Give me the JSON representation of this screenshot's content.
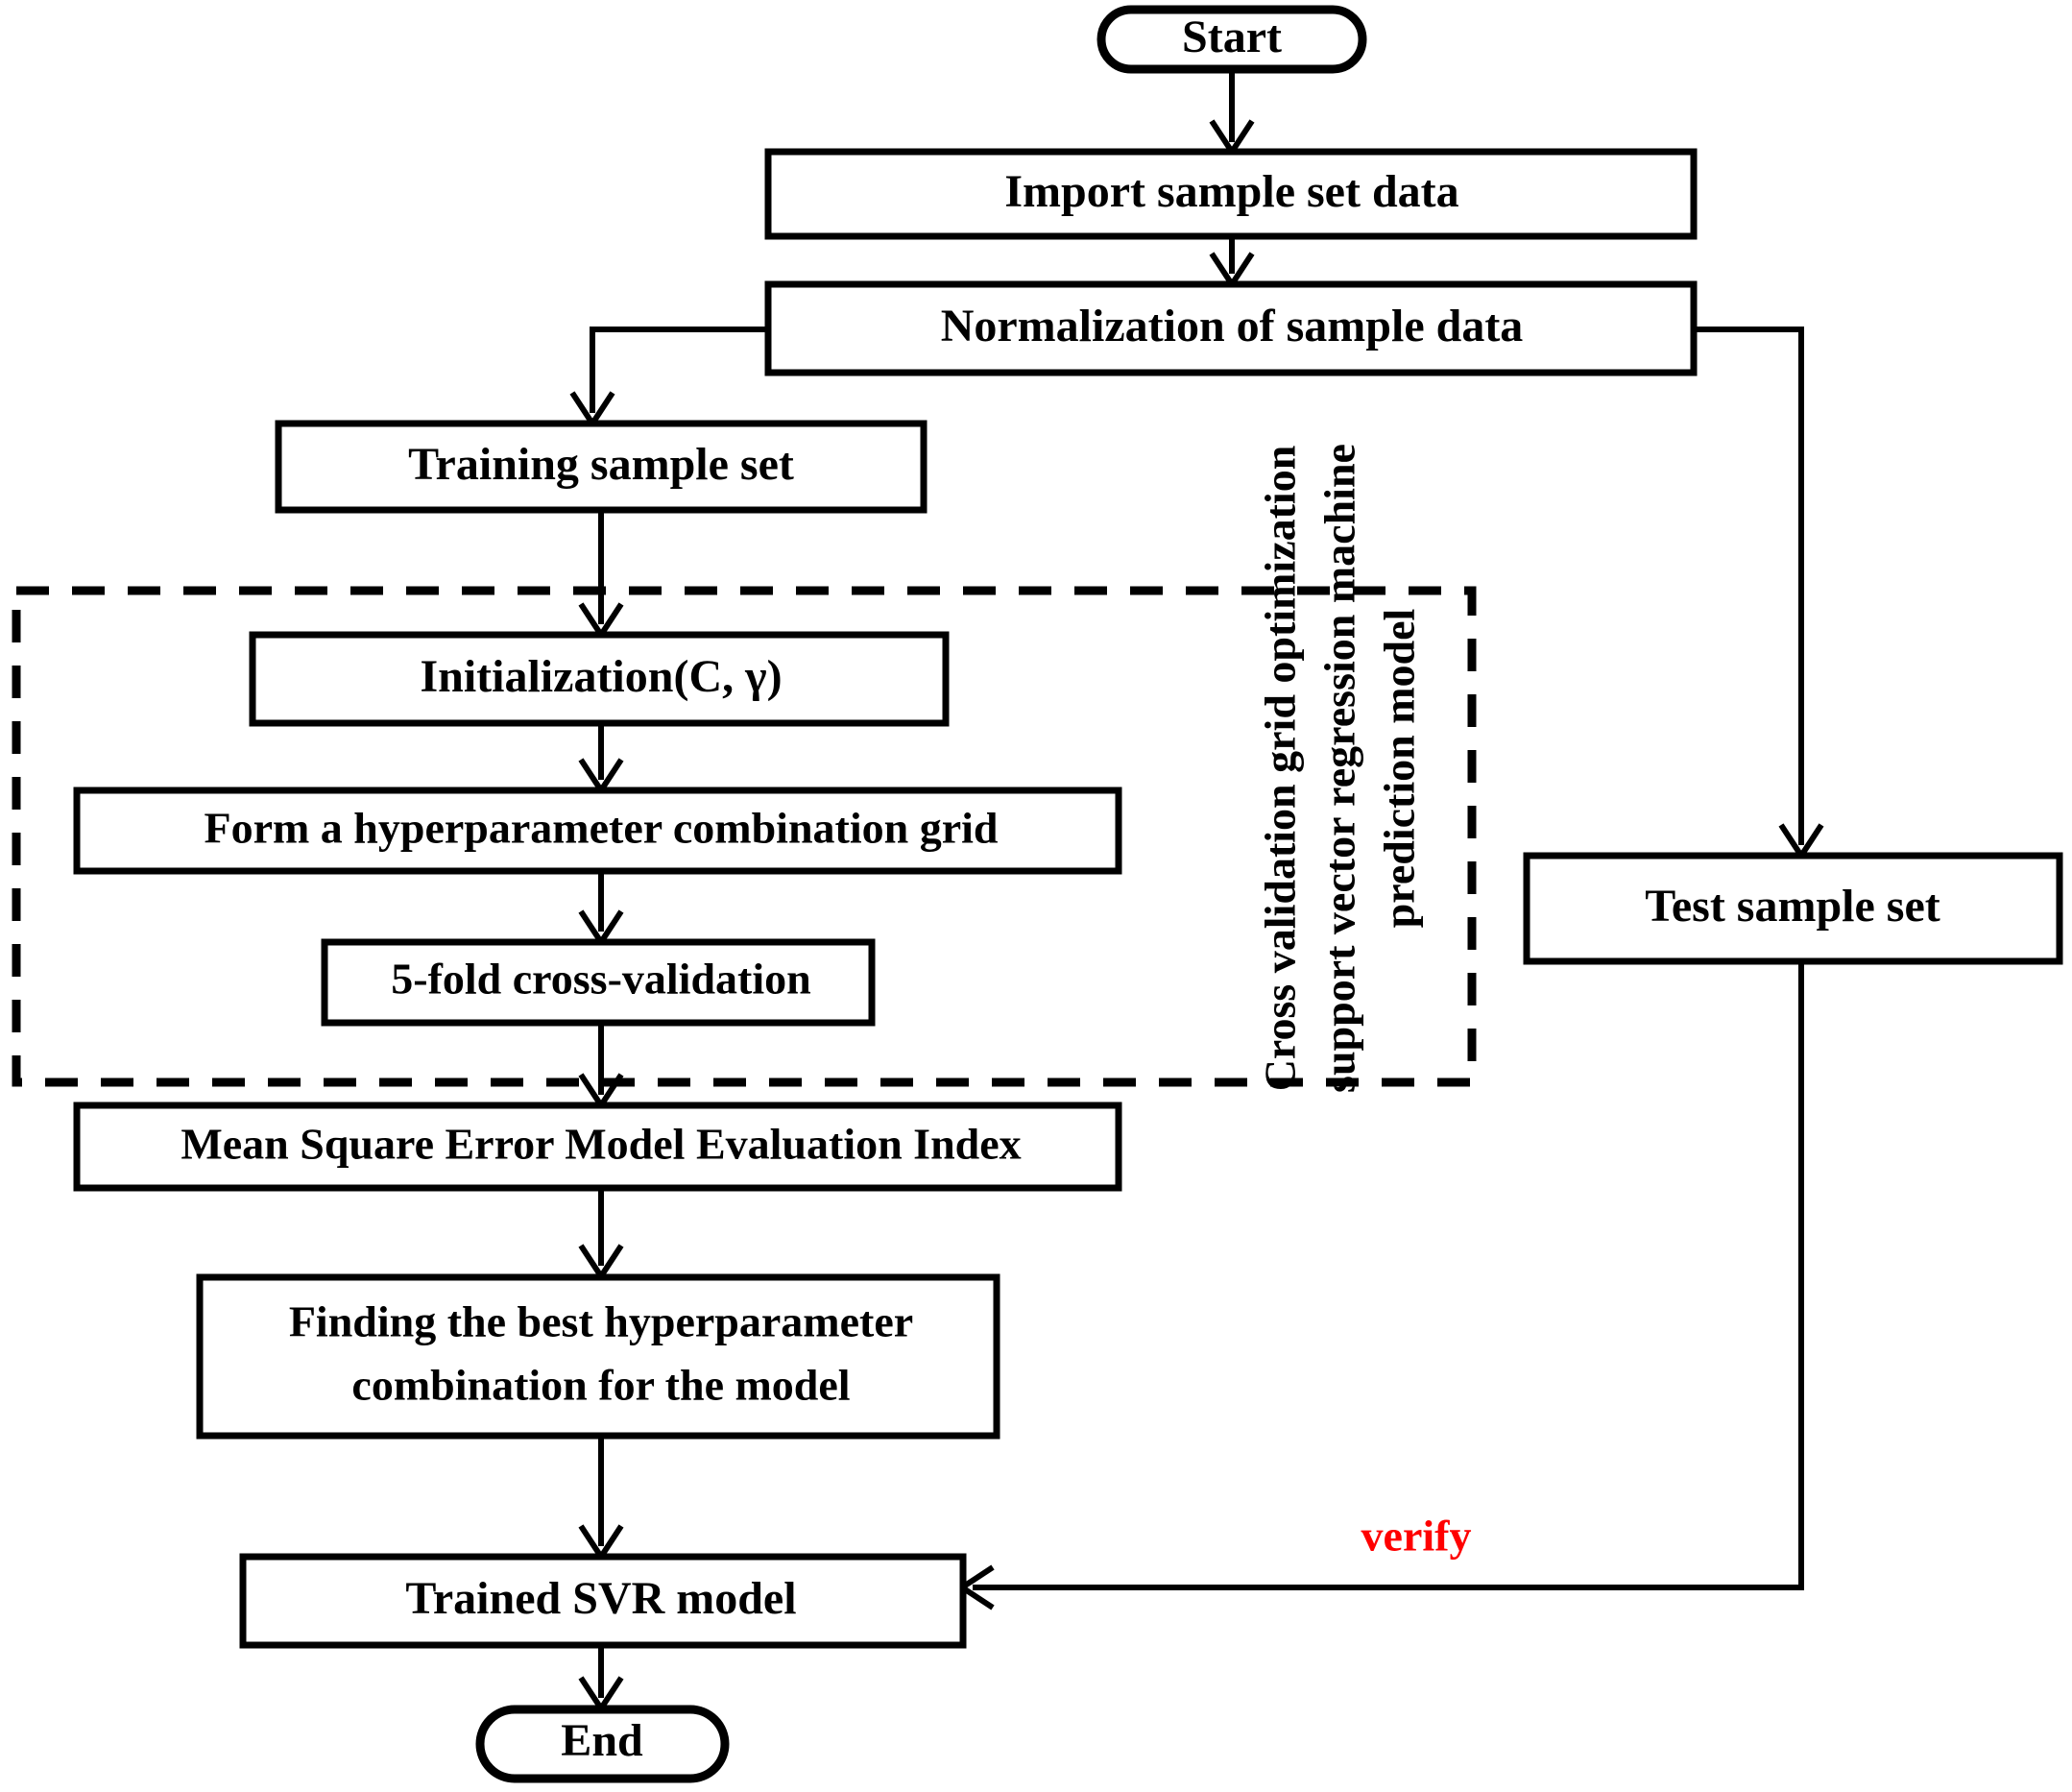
{
  "diagram": {
    "title": "Cross validation grid optimization SVR prediction model flowchart",
    "colors": {
      "stroke": "#000000",
      "fill": "#ffffff",
      "accent_verify": "#ff0000"
    },
    "nodes": {
      "start": {
        "label": "Start",
        "shape": "terminal"
      },
      "import_data": {
        "label": "Import sample set data",
        "shape": "process"
      },
      "normalization": {
        "label": "Normalization of sample data",
        "shape": "process"
      },
      "training_set": {
        "label": "Training sample set",
        "shape": "process"
      },
      "test_set": {
        "label": "Test sample set",
        "shape": "process"
      },
      "initialization": {
        "label": "Initialization(C, γ)",
        "shape": "process"
      },
      "grid": {
        "label": "Form a hyperparameter combination grid",
        "shape": "process"
      },
      "cv": {
        "label": "5-fold cross-validation",
        "shape": "process"
      },
      "mse": {
        "label": "Mean Square Error Model Evaluation Index",
        "shape": "process"
      },
      "best_combo_line1": {
        "label": "Finding the best hyperparameter"
      },
      "best_combo_line2": {
        "label": "combination for the model"
      },
      "trained_model": {
        "label": "Trained SVR model",
        "shape": "process"
      },
      "end": {
        "label": "End",
        "shape": "terminal"
      }
    },
    "group_label": {
      "line1": "Cross validation grid optimization",
      "line2": "support vector regression machine",
      "line3": "prediction model",
      "orientation": "vertical-rotated-90ccw"
    },
    "edge_labels": {
      "verify": "verify"
    }
  }
}
